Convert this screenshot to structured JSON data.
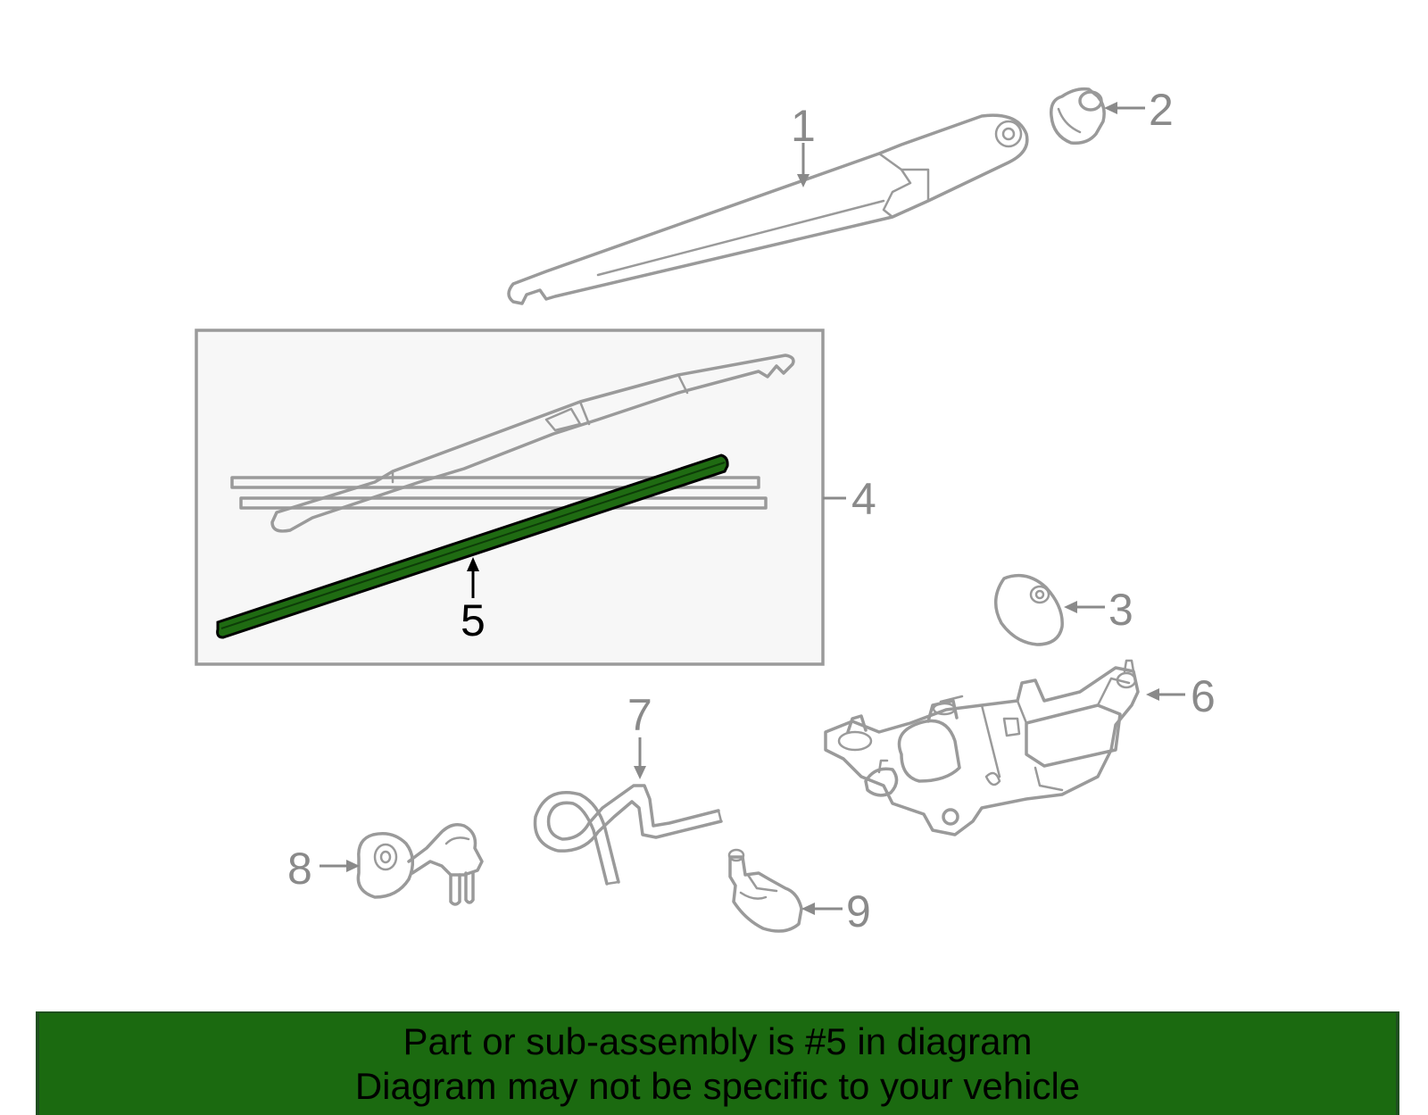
{
  "colors": {
    "highlight": "#1f6b12",
    "part_stroke": "#9a9a9a",
    "inset_fill": "#f7f7f7",
    "banner": "#1b6a10"
  },
  "callouts": {
    "c1": "1",
    "c2": "2",
    "c3": "3",
    "c4": "4",
    "c5": "5",
    "c6": "6",
    "c7": "7",
    "c8": "8",
    "c9": "9"
  },
  "highlighted_part": "5",
  "footer": {
    "line1": "Part or sub-assembly is #5 in diagram",
    "line2": "Diagram may not be specific to your vehicle"
  }
}
